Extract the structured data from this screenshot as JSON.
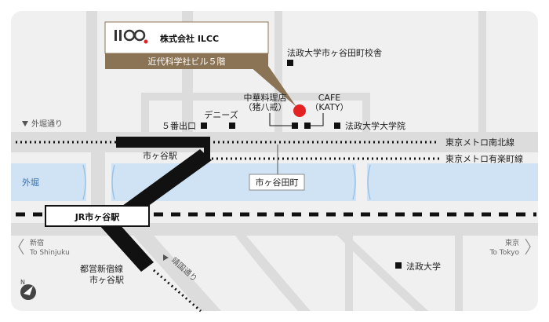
{
  "colors": {
    "background": "#f0f0f0",
    "road": "#dcdcdc",
    "water": "#cfe3f5",
    "water_edge": "#9cc3e6",
    "brand_bar": "#8b7355",
    "marker": "#e52222",
    "rail": "#111111"
  },
  "callout": {
    "company": "株式会社 ILCC",
    "building": "近代科学社ビル５階",
    "logo_icon": "ilcc-logo"
  },
  "landmarks": {
    "hosei_school": "法政大学市ヶ谷田町校舎",
    "chinese_restaurant": "中華料理店",
    "chinese_restaurant_sub": "（猪八戒）",
    "cafe": "CAFE",
    "cafe_sub": "（KATY）",
    "dennys": "デニーズ",
    "exit5": "５番出口",
    "hosei_graduate": "法政大学大学院",
    "hosei_university": "法政大学"
  },
  "streets": {
    "sotobori_dori": "外堀通り",
    "yasukuni_dori": "靖国通り",
    "ichigaya_tamachi": "市ヶ谷田町"
  },
  "water": {
    "sotobori": "外堀"
  },
  "stations": {
    "metro_ichigaya": "市ヶ谷駅",
    "jr_ichigaya": "JR市ヶ谷駅",
    "toei_line": "都営新宿線",
    "toei_station": "市ヶ谷駅"
  },
  "lines": {
    "namboku": "東京メトロ南北線",
    "yurakucho": "東京メトロ有楽町線"
  },
  "directions": {
    "west": "新宿",
    "west_en": "To Shinjuku",
    "east": "東京",
    "east_en": "To Tokyo"
  }
}
